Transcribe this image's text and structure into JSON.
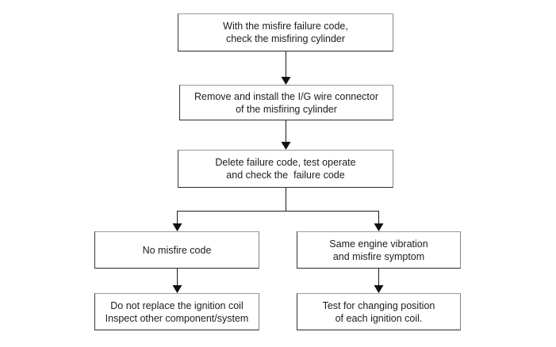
{
  "colors": {
    "background": "#ffffff",
    "box_fill": "#ffffff",
    "box_border": "#3a3a3a",
    "connector_line": "#1a1a1a",
    "text": "#1c1c1c"
  },
  "flowchart": {
    "boxes": [
      {
        "id": "check-misfiring-cylinder",
        "lines": [
          "With the misfire failure code,",
          "check the misfiring cylinder"
        ]
      },
      {
        "id": "remove-install-ig-wire",
        "lines": [
          "Remove and install the I/G wire connector",
          "of the misfiring cylinder"
        ]
      },
      {
        "id": "delete-failure-code",
        "lines": [
          "Delete failure code, test operate",
          "and check the  failure code"
        ]
      },
      {
        "id": "no-misfire-code",
        "lines": [
          "No misfire code"
        ]
      },
      {
        "id": "same-engine-vibration",
        "lines": [
          "Same engine vibration",
          "and misfire symptom"
        ]
      },
      {
        "id": "do-not-replace-coil",
        "lines": [
          "Do not replace the ignition coil",
          "Inspect other component/system"
        ]
      },
      {
        "id": "test-changing-position",
        "lines": [
          "Test for changing position",
          "of each ignition coil."
        ]
      }
    ]
  }
}
